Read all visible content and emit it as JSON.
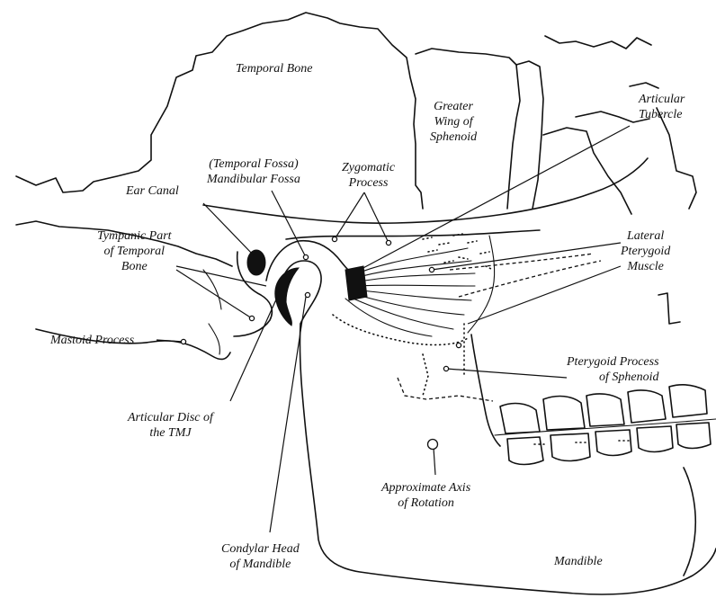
{
  "labels": {
    "temporal_bone": "Temporal Bone",
    "greater_wing_1": "Greater",
    "greater_wing_2": "Wing of",
    "greater_wing_3": "Sphenoid",
    "articular_tubercle_1": "Articular",
    "articular_tubercle_2": "Tubercle",
    "mandibular_fossa_1": "(Temporal Fossa)",
    "mandibular_fossa_2": "Mandibular Fossa",
    "zygomatic_1": "Zygomatic",
    "zygomatic_2": "Process",
    "ear_canal": "Ear Canal",
    "tympanic_1": "Tympanic Part",
    "tympanic_2": "of Temporal",
    "tympanic_3": "Bone",
    "lateral_pterygoid_1": "Lateral",
    "lateral_pterygoid_2": "Pterygoid",
    "lateral_pterygoid_3": "Muscle",
    "mastoid": "Mastoid Process",
    "pterygoid_process_1": "Pterygoid Process",
    "pterygoid_process_2": "of Sphenoid",
    "articular_disc_1": "Articular Disc of",
    "articular_disc_2": "the TMJ",
    "axis_1": "Approximate Axis",
    "axis_2": "of Rotation",
    "condylar_1": "Condylar Head",
    "condylar_2": "of Mandible",
    "mandible": "Mandible"
  },
  "colors": {
    "ink": "#111111",
    "paper": "#ffffff"
  }
}
